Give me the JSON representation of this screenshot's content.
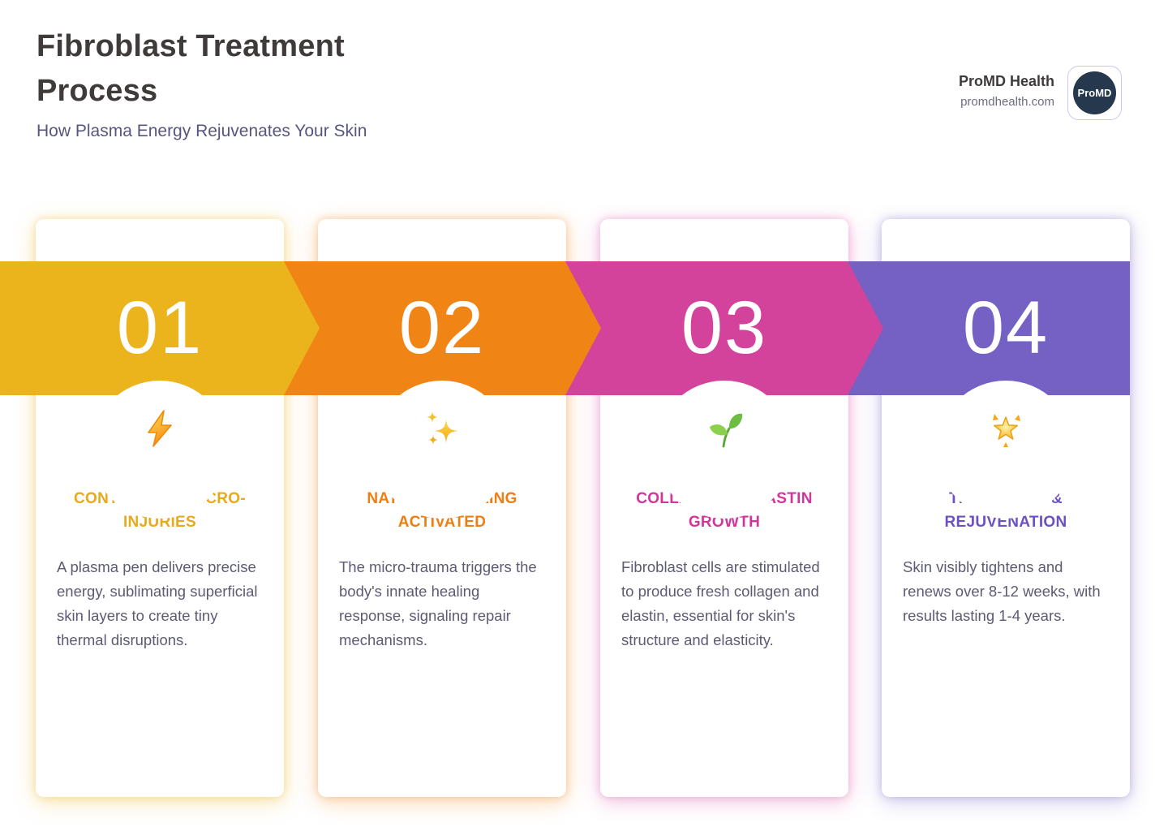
{
  "header": {
    "title": "Fibroblast Treatment Process",
    "subtitle": "How Plasma Energy Rejuvenates Your Skin"
  },
  "brand": {
    "name": "ProMD Health",
    "website": "promdhealth.com",
    "logo_text": "ProMD",
    "logo_circle_color": "#25384E",
    "logo_border_color": "#CBC7F2"
  },
  "steps": [
    {
      "number": "01",
      "icon": "lightning-icon",
      "accent": "#EBB41D",
      "heading_color": "#E8A91B",
      "glow": "rgba(235,180,29,0.35)",
      "title": "CONTROLLED MICRO-INJURIES",
      "description": "A plasma pen delivers precise energy, sublimating superficial skin layers to create tiny thermal disruptions."
    },
    {
      "number": "02",
      "icon": "sparkles-icon",
      "accent": "#F08414",
      "heading_color": "#EE7D12",
      "glow": "rgba(240,132,20,0.33)",
      "title": "NATURAL HEALING ACTIVATED",
      "description": "The micro-trauma triggers the body's innate healing response, signaling repair mechanisms."
    },
    {
      "number": "03",
      "icon": "seedling-icon",
      "accent": "#D4439B",
      "heading_color": "#D2359B",
      "glow": "rgba(212,67,155,0.30)",
      "title": "COLLAGEN & ELASTIN GROWTH",
      "description": "Fibroblast cells are stimulated to produce fresh collagen and elastin, essential for skin's structure and elasticity."
    },
    {
      "number": "04",
      "icon": "glowing-star-icon",
      "accent": "#7561C4",
      "heading_color": "#6C50C4",
      "glow": "rgba(117,97,196,0.32)",
      "title": "TIGHTENING & REJUVENATION",
      "description": "Skin visibly tightens and renews over 8-12 weeks, with results lasting 1-4 years."
    }
  ]
}
